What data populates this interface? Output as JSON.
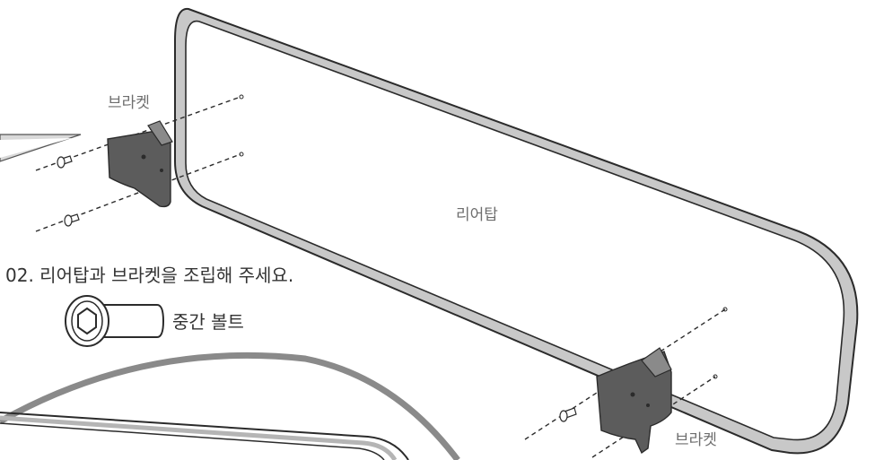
{
  "labels": {
    "bracket_top": "브라켓",
    "bracket_bottom": "브라켓",
    "rear_top": "리어탑",
    "step": "02. 리어탑과 브라켓을 조립해 주세요.",
    "bolt": "중간 볼트"
  },
  "colors": {
    "line": "#2b2b2b",
    "panel_frame": "#c9c9c9",
    "bracket_fill": "#5c5c5c",
    "bracket_light": "#8a8a8a",
    "zoom_ring": "#7f7f7f",
    "arrow_fill": "#d4d4d4",
    "label_text": "#6e6e6e",
    "step_text": "#333333"
  }
}
